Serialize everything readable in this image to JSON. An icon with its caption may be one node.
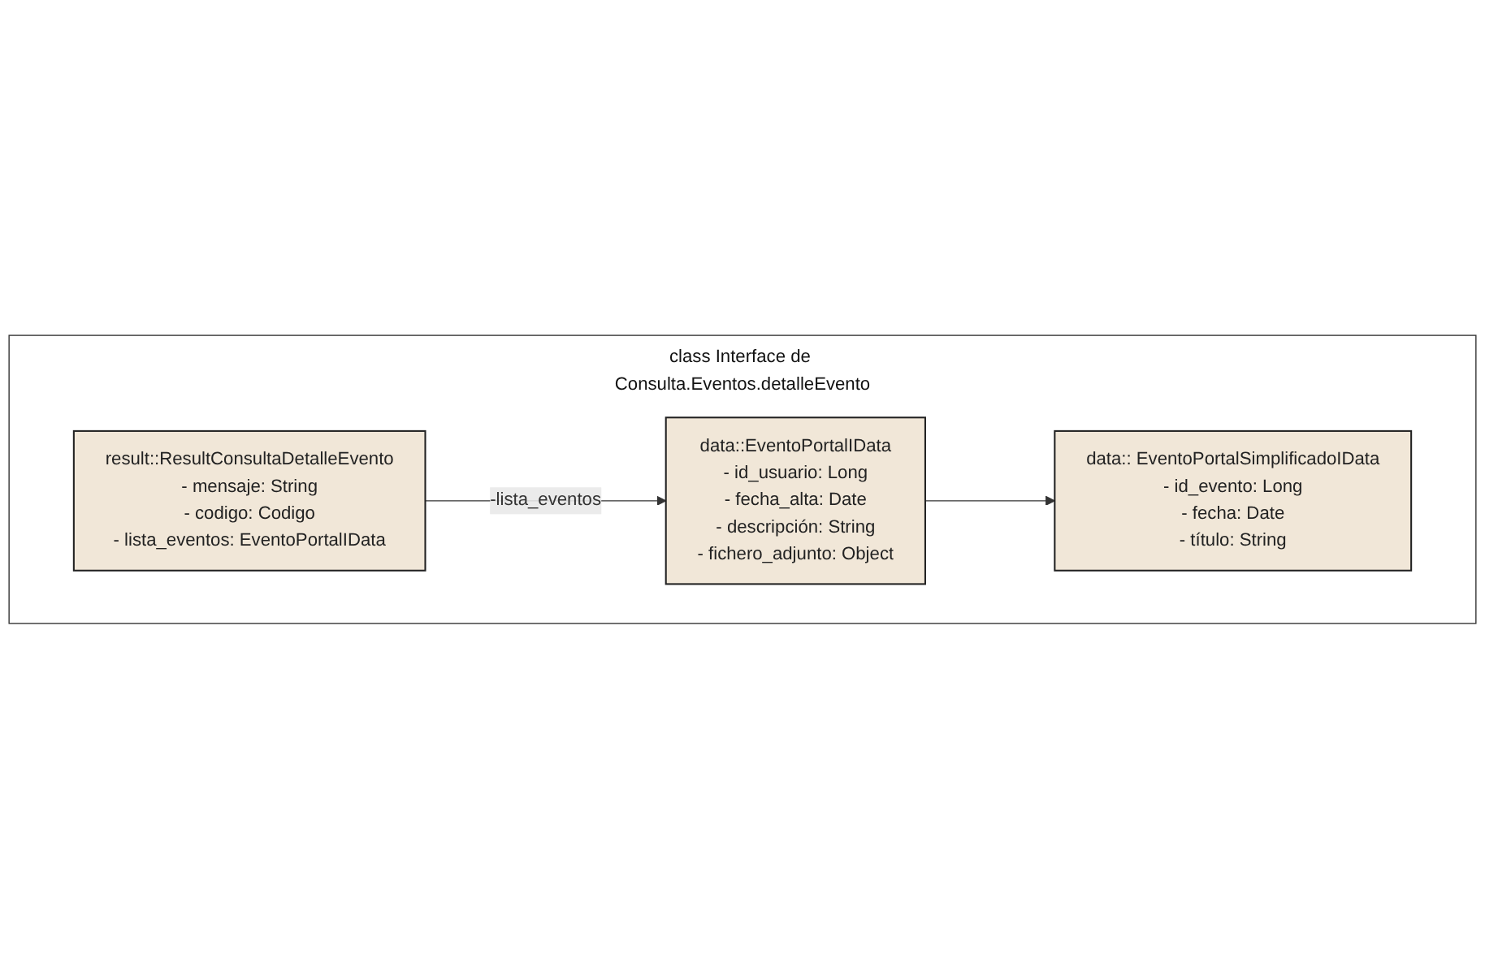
{
  "diagram": {
    "nodes": [
      {
        "text": [
          "class Interface de Consulta.Eventos.detalleEvento"
        ]
      },
      {
        "text": [
          "result::ResultConsultaDetalleEvento",
          "- mensaje: String",
          "- codigo: Codigo",
          "- lista_eventos: EventoPortalIData"
        ],
        "in": 0
      },
      {
        "text": [
          "data::EventoPortalIData",
          "- id_usuario: Long",
          "- fecha_alta: Date",
          "- descripción: String",
          "- fichero_adjunto: Object"
        ],
        "in": 0
      },
      {
        "text": [
          "data:: EventoPortalSimplificadoIData",
          "- id_evento: Long",
          "- fecha: Date",
          "- título: String"
        ],
        "in": 0
      }
    ],
    "edges": [
      {
        "from": 1,
        "to": 2,
        "arrow": "to",
        "label": "-lista_eventos"
      },
      {
        "from": 2,
        "to": 3,
        "arrow": "to"
      }
    ]
  }
}
